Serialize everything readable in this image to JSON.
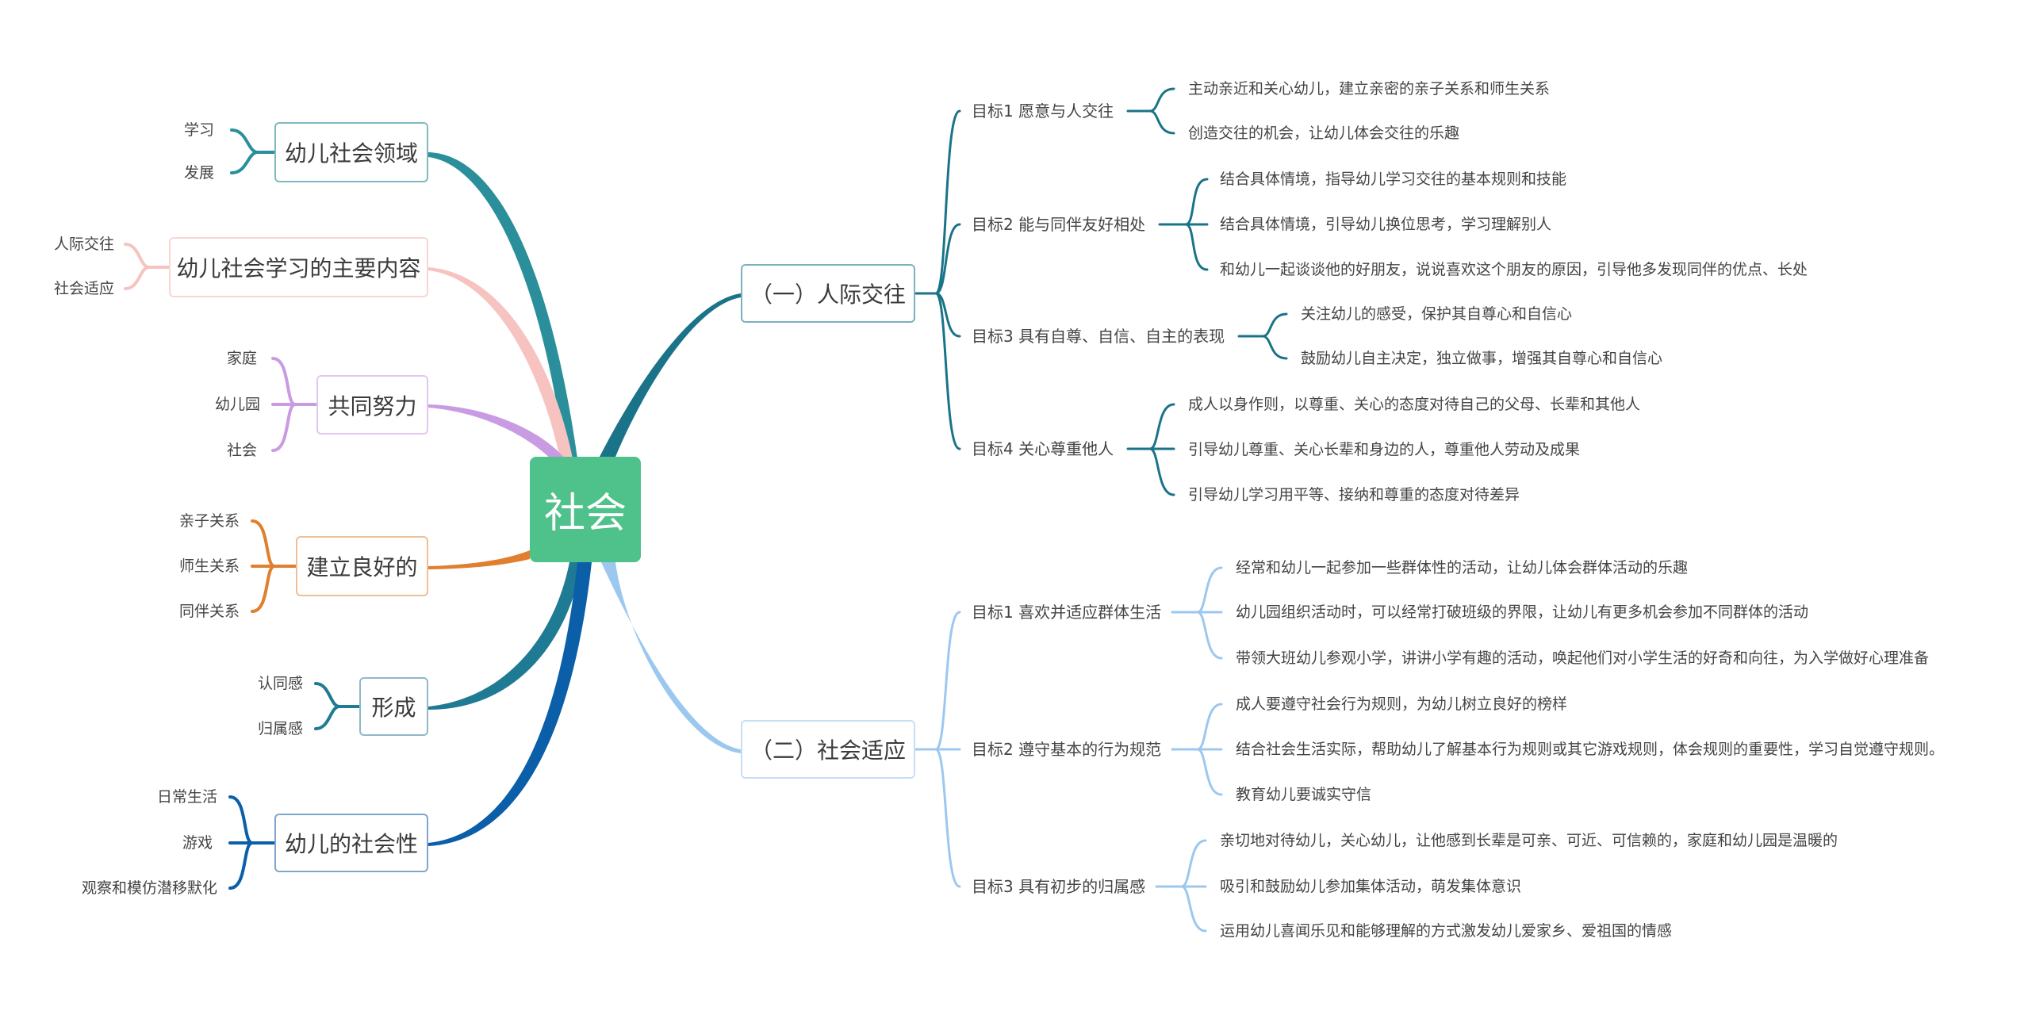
{
  "root": {
    "label": "社会",
    "color": "#4fc18a"
  },
  "left_branches": [
    {
      "label": "幼儿社会领域",
      "color": "#2a8f9a",
      "children": [
        "学习",
        "发展"
      ]
    },
    {
      "label": "幼儿社会学习的主要内容",
      "color": "#f6c3c0",
      "children": [
        "人际交往",
        "社会适应"
      ]
    },
    {
      "label": "共同努力",
      "color": "#c99be3",
      "children": [
        "家庭",
        "幼儿园",
        "社会"
      ]
    },
    {
      "label": "建立良好的",
      "color": "#e07f2e",
      "children": [
        "亲子关系",
        "师生关系",
        "同伴关系"
      ]
    },
    {
      "label": "形成",
      "color": "#1f7a93",
      "children": [
        "认同感",
        "归属感"
      ]
    },
    {
      "label": "幼儿的社会性",
      "color": "#0b5ea8",
      "children": [
        "日常生活",
        "游戏",
        "观察和模仿潜移默化"
      ]
    }
  ],
  "right_branches": [
    {
      "label": "（一）人际交往",
      "color": "#1a7388",
      "goals": [
        {
          "label": "目标1  愿意与人交往",
          "items": [
            "主动亲近和关心幼儿，建立亲密的亲子关系和师生关系",
            "创造交往的机会，让幼儿体会交往的乐趣"
          ]
        },
        {
          "label": "目标2  能与同伴友好相处",
          "items": [
            "结合具体情境，指导幼儿学习交往的基本规则和技能",
            "结合具体情境，引导幼儿换位思考，学习理解别人",
            "和幼儿一起谈谈他的好朋友，说说喜欢这个朋友的原因，引导他多发现同伴的优点、长处"
          ]
        },
        {
          "label": "目标3  具有自尊、自信、自主的表现",
          "items": [
            "关注幼儿的感受，保护其自尊心和自信心",
            "鼓励幼儿自主决定，独立做事，增强其自尊心和自信心"
          ]
        },
        {
          "label": "目标4  关心尊重他人",
          "items": [
            "成人以身作则，以尊重、关心的态度对待自己的父母、长辈和其他人",
            "引导幼儿尊重、关心长辈和身边的人，尊重他人劳动及成果",
            "引导幼儿学习用平等、接纳和尊重的态度对待差异"
          ]
        }
      ]
    },
    {
      "label": "（二）社会适应",
      "color": "#9cc8ef",
      "goals": [
        {
          "label": "目标1  喜欢并适应群体生活",
          "items": [
            "经常和幼儿一起参加一些群体性的活动，让幼儿体会群体活动的乐趣",
            "幼儿园组织活动时，可以经常打破班级的界限，让幼儿有更多机会参加不同群体的活动",
            "带领大班幼儿参观小学，讲讲小学有趣的活动，唤起他们对小学生活的好奇和向往，为入学做好心理准备"
          ]
        },
        {
          "label": "目标2  遵守基本的行为规范",
          "items": [
            "成人要遵守社会行为规则，为幼儿树立良好的榜样",
            "结合社会生活实际，帮助幼儿了解基本行为规则或其它游戏规则，体会规则的重要性，学习自觉遵守规则。",
            "教育幼儿要诚实守信"
          ]
        },
        {
          "label": "目标3  具有初步的归属感",
          "items": [
            "亲切地对待幼儿，关心幼儿，让他感到长辈是可亲、可近、可信赖的，家庭和幼儿园是温暖的",
            "吸引和鼓励幼儿参加集体活动，萌发集体意识",
            "运用幼儿喜闻乐见和能够理解的方式激发幼儿爱家乡、爱祖国的情感"
          ]
        }
      ]
    }
  ]
}
